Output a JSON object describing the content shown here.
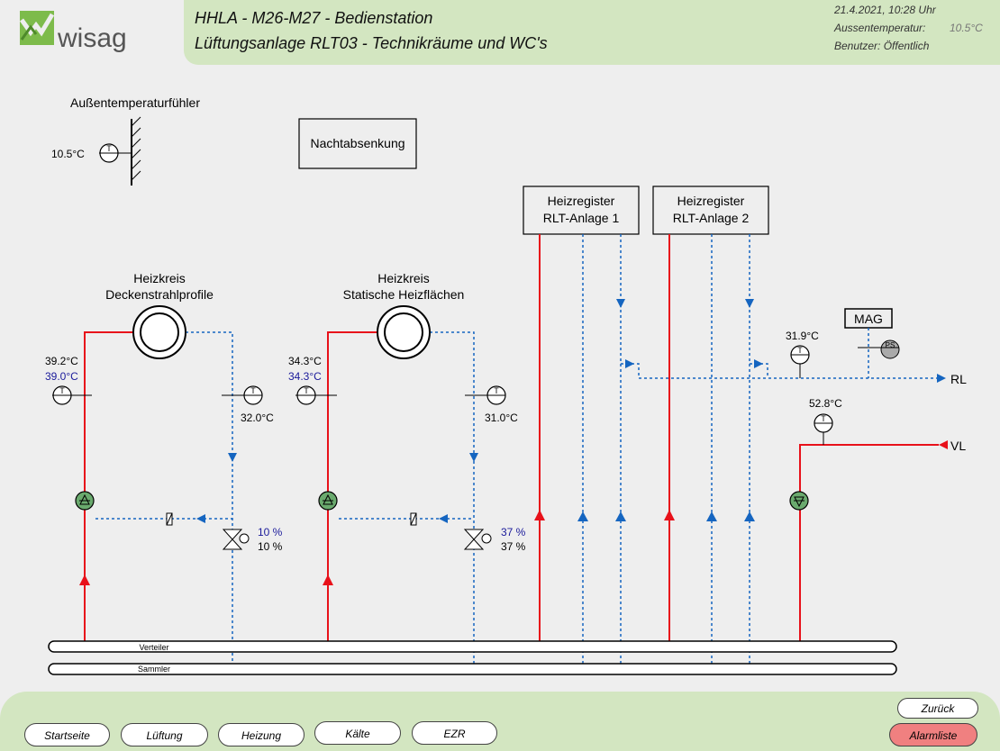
{
  "header": {
    "logo_text": "wisag",
    "title_line1": "HHLA - M26-M27 - Bedienstation",
    "title_line2": "Lüftungsanlage RLT03 - Technikräume und WC's",
    "datetime": "21.4.2021, 10:28 Uhr",
    "outside_temp_label": "Aussentemperatur:",
    "outside_temp_value": "10.5°C",
    "user_label": "Benutzer: Öffentlich"
  },
  "diagram": {
    "outside_sensor_label": "Außentemperaturfühler",
    "outside_sensor_value": "10.5°C",
    "night_setback_label": "Nachtabsenkung",
    "circuit1": {
      "title1": "Heizkreis",
      "title2": "Deckenstrahlprofile",
      "supply_temp": "39.2°C",
      "supply_setpoint": "39.0°C",
      "return_temp": "32.0°C",
      "valve_set": "10 %",
      "valve_actual": "10 %"
    },
    "circuit2": {
      "title1": "Heizkreis",
      "title2": "Statische Heizflächen",
      "supply_temp": "34.3°C",
      "supply_setpoint": "34.3°C",
      "return_temp": "31.0°C",
      "valve_set": "37 %",
      "valve_actual": "37 %"
    },
    "register1_line1": "Heizregister",
    "register1_line2": "RLT-Anlage 1",
    "register2_line1": "Heizregister",
    "register2_line2": "RLT-Anlage 2",
    "mag_label": "MAG",
    "ps_label": "PS",
    "return_temp": "31.9°C",
    "supply_temp": "52.8°C",
    "rl_label": "RL",
    "vl_label": "VL",
    "verteiler_label": "Verteiler",
    "sammler_label": "Sammler",
    "t_symbol": "T"
  },
  "nav": {
    "start": "Startseite",
    "lueftung": "Lüftung",
    "heizung": "Heizung",
    "kaelte": "Kälte",
    "ezr": "EZR",
    "zurueck": "Zurück",
    "alarmliste": "Alarmliste"
  },
  "colors": {
    "supply": "#e8111a",
    "return": "#1565c0",
    "pump": "#6aaa6e",
    "setpoint_text": "#1a1a9a",
    "header_bg": "#d3e6c1",
    "alarm_bg": "#f08080"
  }
}
